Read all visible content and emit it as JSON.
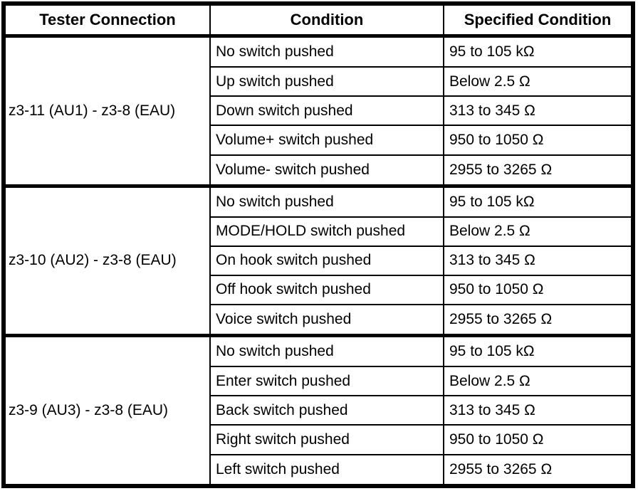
{
  "table": {
    "headers": [
      "Tester Connection",
      "Condition",
      "Specified Condition"
    ],
    "groups": [
      {
        "connection": "z3-11 (AU1) - z3-8 (EAU)",
        "rows": [
          {
            "condition": "No switch pushed",
            "specified": "95 to 105 kΩ"
          },
          {
            "condition": "Up switch pushed",
            "specified": "Below 2.5 Ω"
          },
          {
            "condition": "Down switch pushed",
            "specified": "313 to 345 Ω"
          },
          {
            "condition": "Volume+ switch pushed",
            "specified": "950 to 1050 Ω"
          },
          {
            "condition": "Volume- switch pushed",
            "specified": "2955 to 3265 Ω"
          }
        ]
      },
      {
        "connection": "z3-10 (AU2) - z3-8 (EAU)",
        "rows": [
          {
            "condition": "No switch pushed",
            "specified": "95 to 105 kΩ"
          },
          {
            "condition": "MODE/HOLD switch pushed",
            "specified": "Below 2.5 Ω"
          },
          {
            "condition": "On hook switch pushed",
            "specified": "313 to 345 Ω"
          },
          {
            "condition": "Off hook switch pushed",
            "specified": "950 to 1050 Ω"
          },
          {
            "condition": "Voice switch pushed",
            "specified": "2955 to 3265 Ω"
          }
        ]
      },
      {
        "connection": "z3-9 (AU3) - z3-8 (EAU)",
        "rows": [
          {
            "condition": "No switch pushed",
            "specified": "95 to 105 kΩ"
          },
          {
            "condition": "Enter switch pushed",
            "specified": "Below 2.5 Ω"
          },
          {
            "condition": "Back switch pushed",
            "specified": "313 to 345 Ω"
          },
          {
            "condition": "Right switch pushed",
            "specified": "950 to 1050 Ω"
          },
          {
            "condition": "Left switch pushed",
            "specified": "2955 to 3265 Ω"
          }
        ]
      }
    ]
  },
  "colors": {
    "border": "#000000",
    "background": "#ffffff",
    "text": "#000000"
  }
}
